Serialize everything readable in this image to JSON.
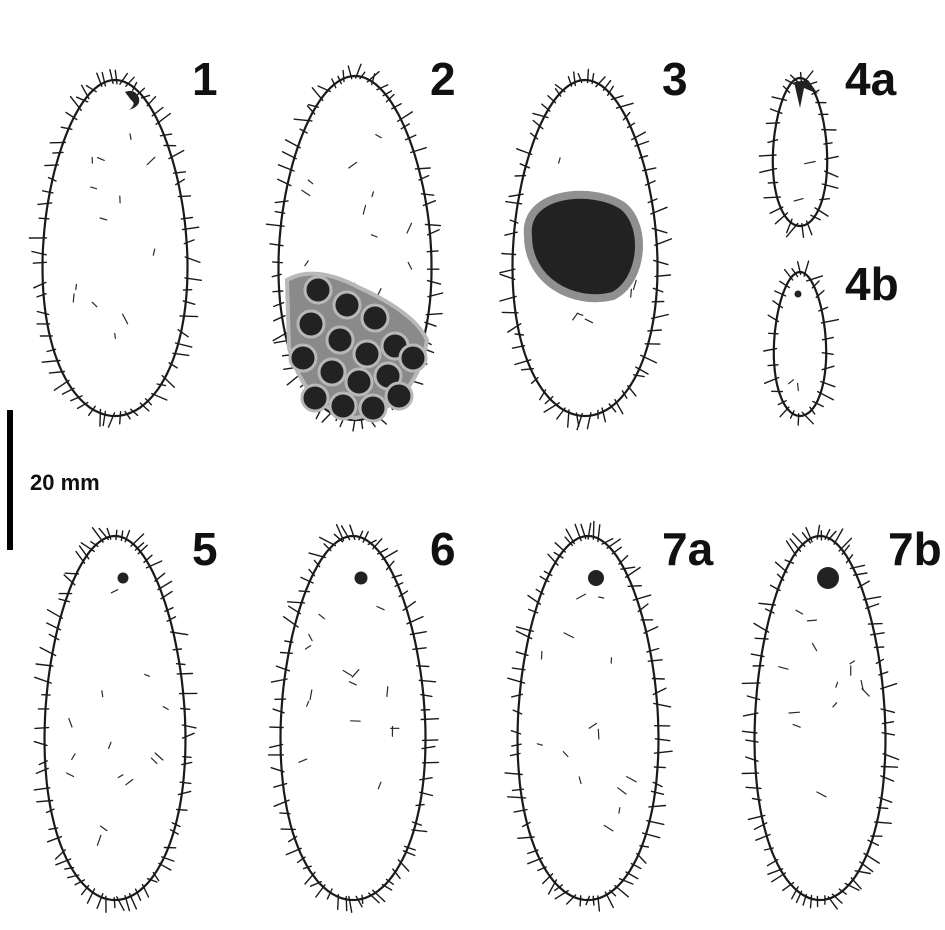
{
  "figure": {
    "scale_bar_label": "20 mm",
    "panels": [
      {
        "label": "1",
        "mark": "comma"
      },
      {
        "label": "2",
        "mark": "cells"
      },
      {
        "label": "3",
        "mark": "blotch"
      },
      {
        "label": "4a",
        "mark": "stroke"
      },
      {
        "label": "4b",
        "mark": "dot"
      },
      {
        "label": "5",
        "mark": "dot"
      },
      {
        "label": "6",
        "mark": "dot"
      },
      {
        "label": "7a",
        "mark": "dot"
      },
      {
        "label": "7b",
        "mark": "dot"
      }
    ],
    "colors": {
      "ink": "#1a1a1a",
      "mark_dark": "#222222",
      "cell_fill": "#8a8a8a",
      "cell_border": "#b8b8b8",
      "blotch_halo": "#909090"
    }
  }
}
